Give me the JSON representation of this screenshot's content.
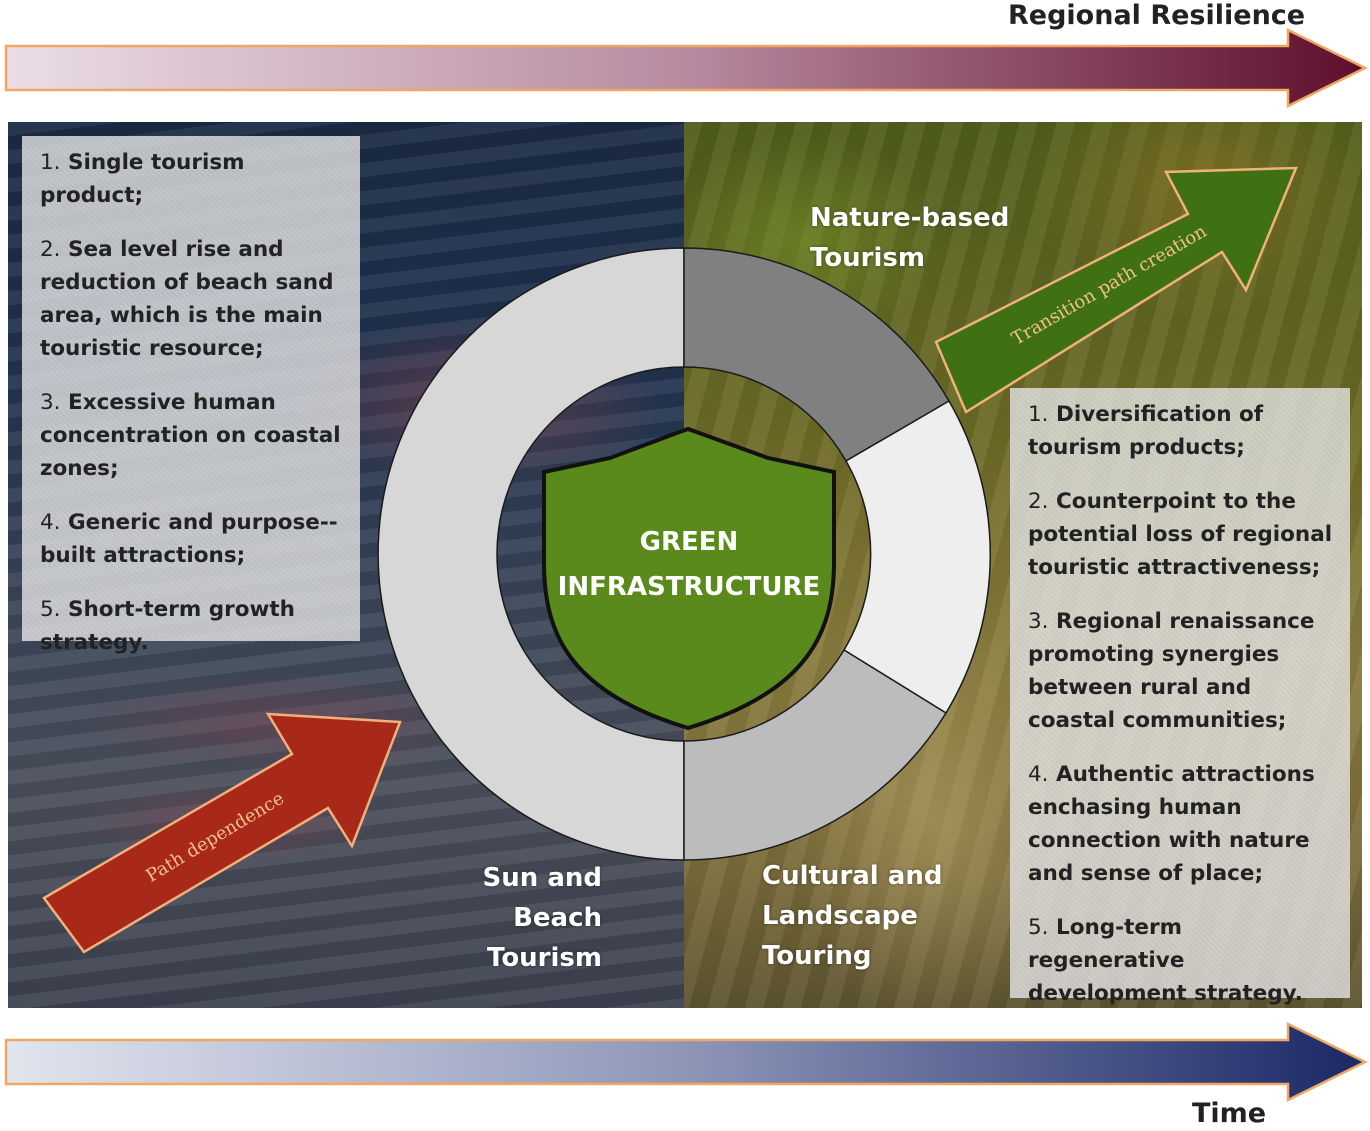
{
  "top_arrow": {
    "label": "Regional Resilience",
    "color_start": "#e8d9e3",
    "color_end": "#6a1233"
  },
  "bottom_arrow": {
    "label": "Time",
    "color_start": "#dfe2ec",
    "color_end": "#1f2d6b"
  },
  "left_box": {
    "items": [
      {
        "num": "1.",
        "text": "Single tourism product;"
      },
      {
        "num": "2.",
        "text": "Sea level rise and reduction of beach sand area, which is the main touristic resource;"
      },
      {
        "num": "3.",
        "text": "Excessive human concentration on coastal zones;"
      },
      {
        "num": "4.",
        "text": "Generic and purpose--built attractions;"
      },
      {
        "num": "5.",
        "text": "Short-term growth strategy."
      }
    ]
  },
  "right_box": {
    "items": [
      {
        "num": "1.",
        "text": "Diversification of tourism products;"
      },
      {
        "num": "2.",
        "text": "Counterpoint to the potential loss of regional touristic attractiveness;"
      },
      {
        "num": "3.",
        "text": "Regional renaissance promoting synergies between rural and coastal communities;"
      },
      {
        "num": "4.",
        "text": "Authentic attractions enchasing human connection with nature and sense of place;"
      },
      {
        "num": "5.",
        "text": "Long-term regenerative development strategy."
      }
    ]
  },
  "segments": {
    "nature": {
      "line1": "Nature-based",
      "line2": "Tourism"
    },
    "sun_beach": {
      "line1": "Sun and Beach",
      "line2": "Tourism"
    },
    "cultural": {
      "line1": "Cultural and",
      "line2": "Landscape",
      "line3": "Touring"
    }
  },
  "center": {
    "line1": "GREEN",
    "line2": "INFRASTRUCTURE",
    "color": "#5a8a1c"
  },
  "path_dependence": {
    "label": "Path dependence",
    "color": "#a8281a"
  },
  "transition": {
    "label": "Transition path creation",
    "color": "#3f7012"
  }
}
